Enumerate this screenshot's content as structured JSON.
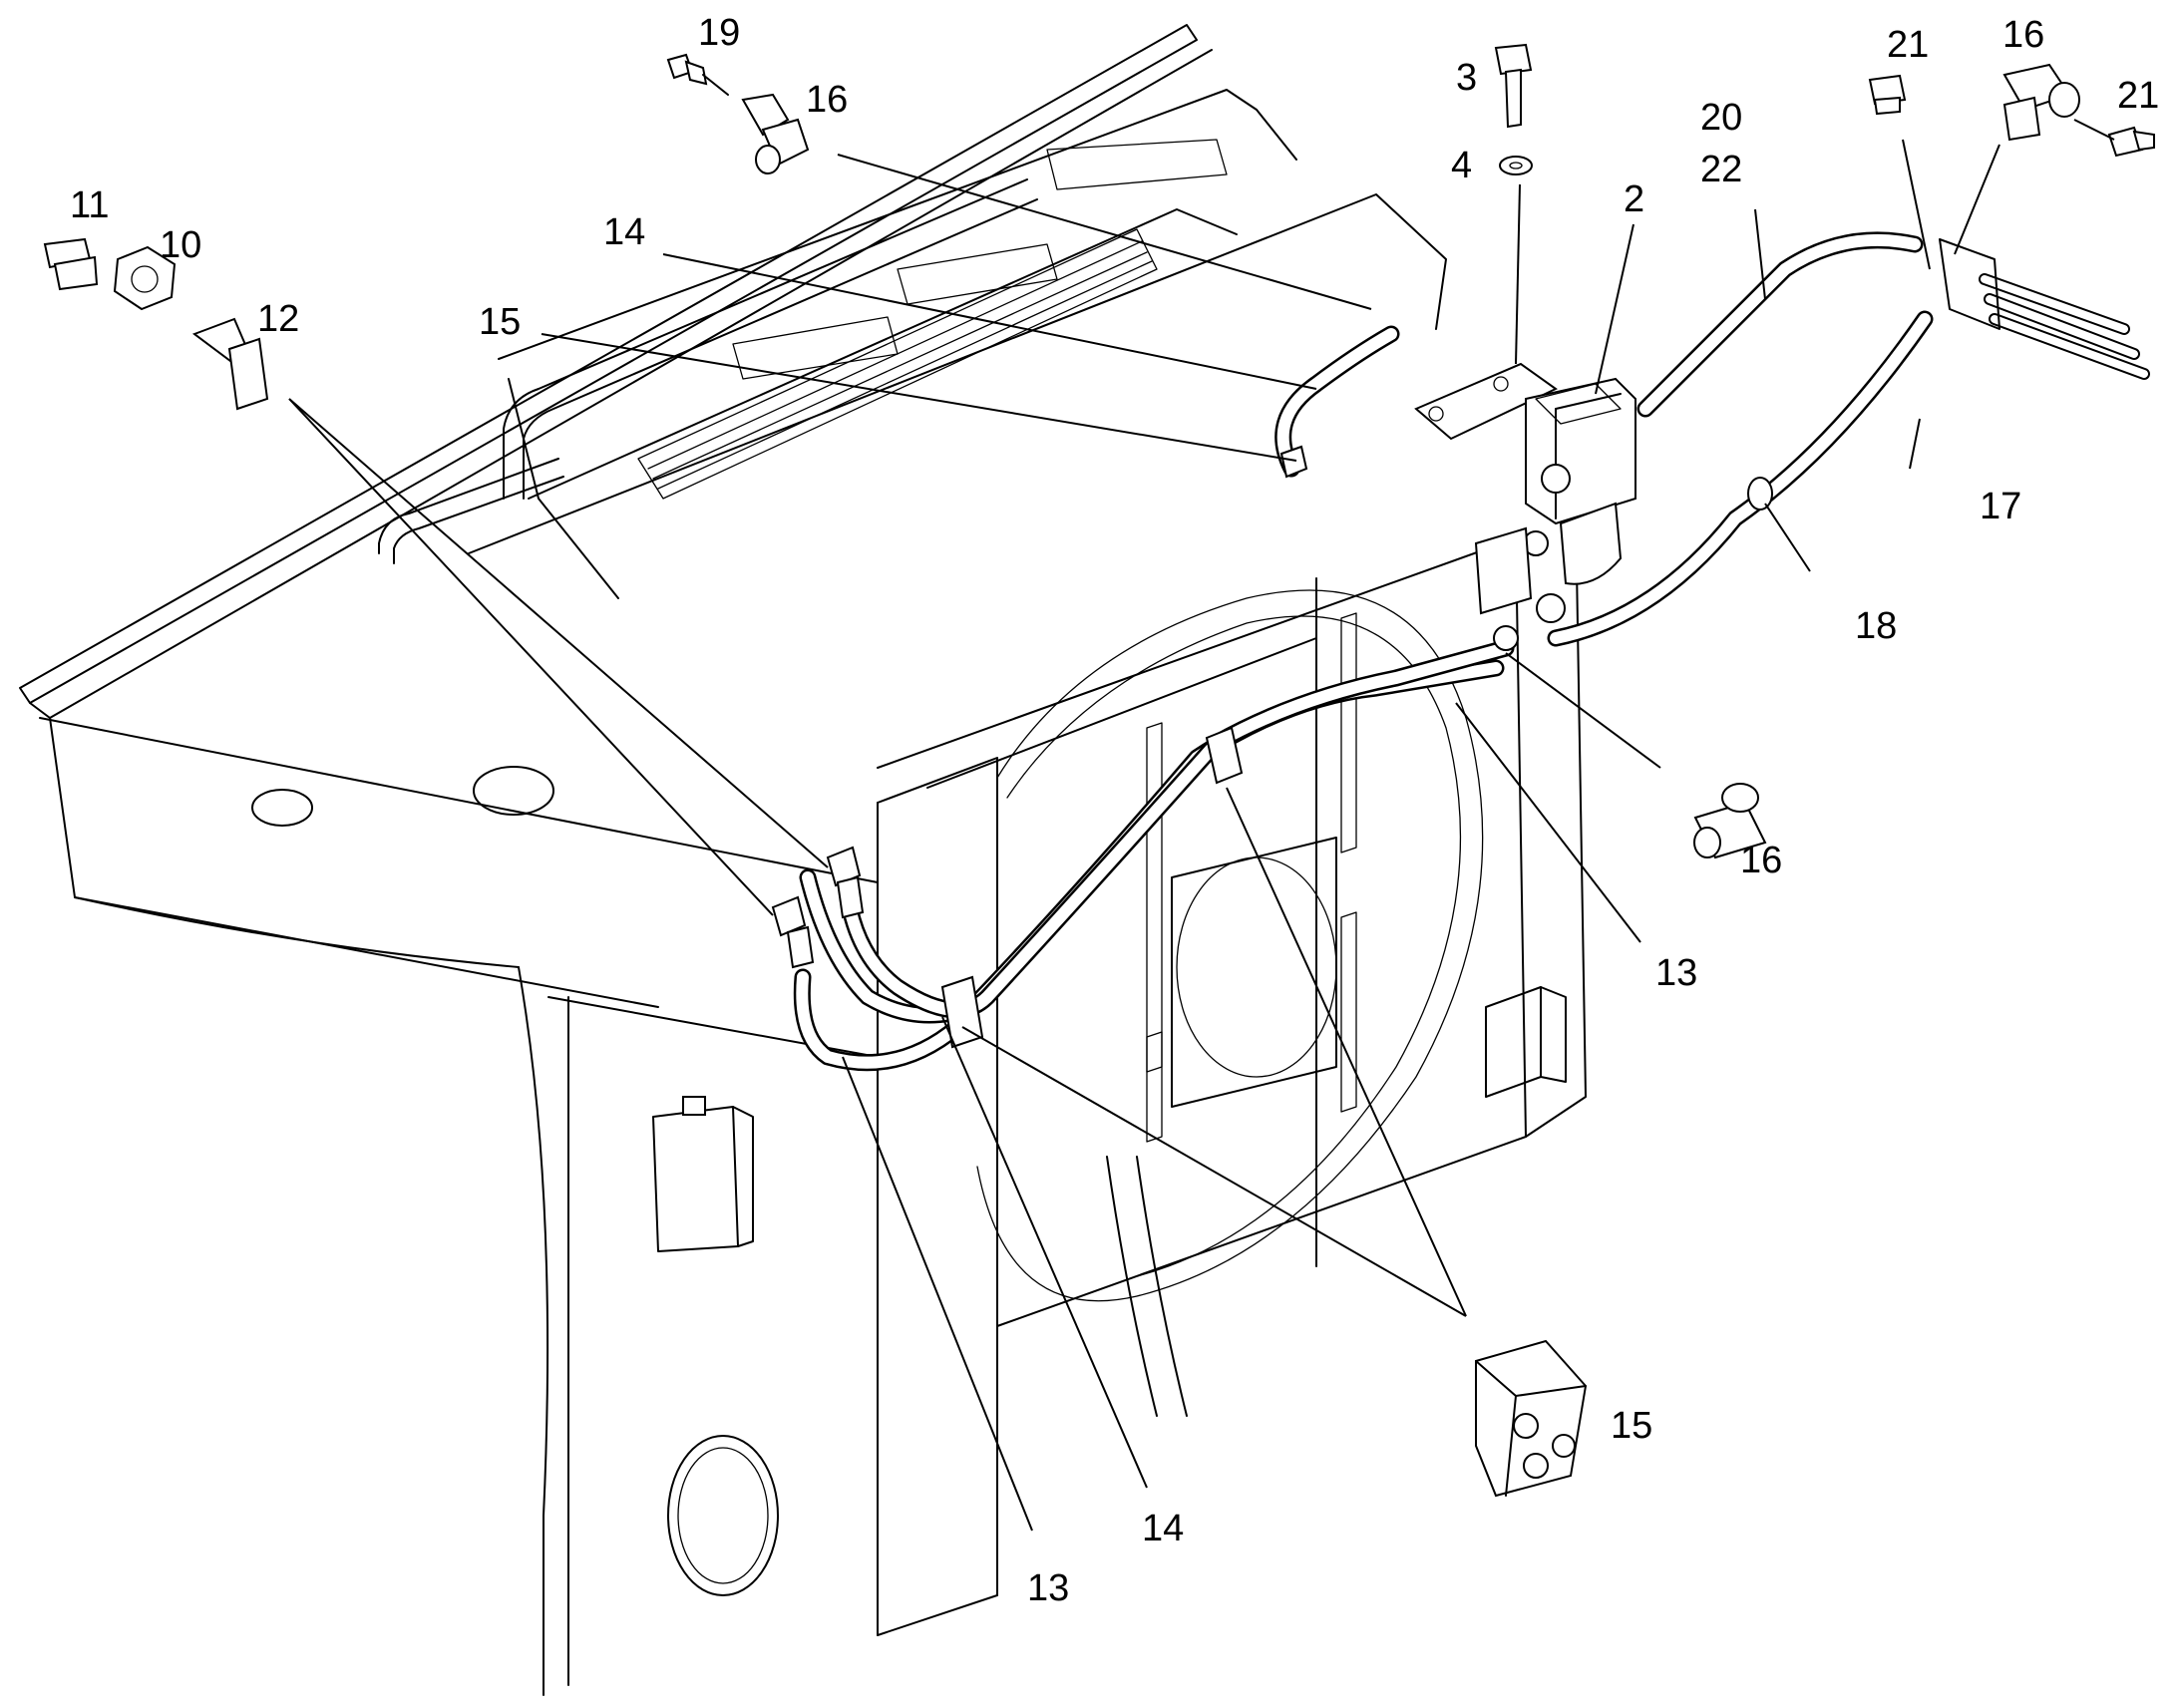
{
  "diagram": {
    "callouts": [
      {
        "id": "c19a",
        "text": "19"
      },
      {
        "id": "c16a",
        "text": "16"
      },
      {
        "id": "c3",
        "text": "3"
      },
      {
        "id": "c4",
        "text": "4"
      },
      {
        "id": "c2",
        "text": "2"
      },
      {
        "id": "c20",
        "text": "20"
      },
      {
        "id": "c22",
        "text": "22"
      },
      {
        "id": "c21a",
        "text": "21"
      },
      {
        "id": "c16b",
        "text": "16"
      },
      {
        "id": "c21b",
        "text": "21"
      },
      {
        "id": "c11",
        "text": "11"
      },
      {
        "id": "c10",
        "text": "10"
      },
      {
        "id": "c12",
        "text": "12"
      },
      {
        "id": "c14a",
        "text": "14"
      },
      {
        "id": "c15a",
        "text": "15"
      },
      {
        "id": "c17",
        "text": "17"
      },
      {
        "id": "c18",
        "text": "18"
      },
      {
        "id": "c16c",
        "text": "16"
      },
      {
        "id": "c13a",
        "text": "13"
      },
      {
        "id": "c15b",
        "text": "15"
      },
      {
        "id": "c14b",
        "text": "14"
      },
      {
        "id": "c13b",
        "text": "13"
      }
    ]
  }
}
